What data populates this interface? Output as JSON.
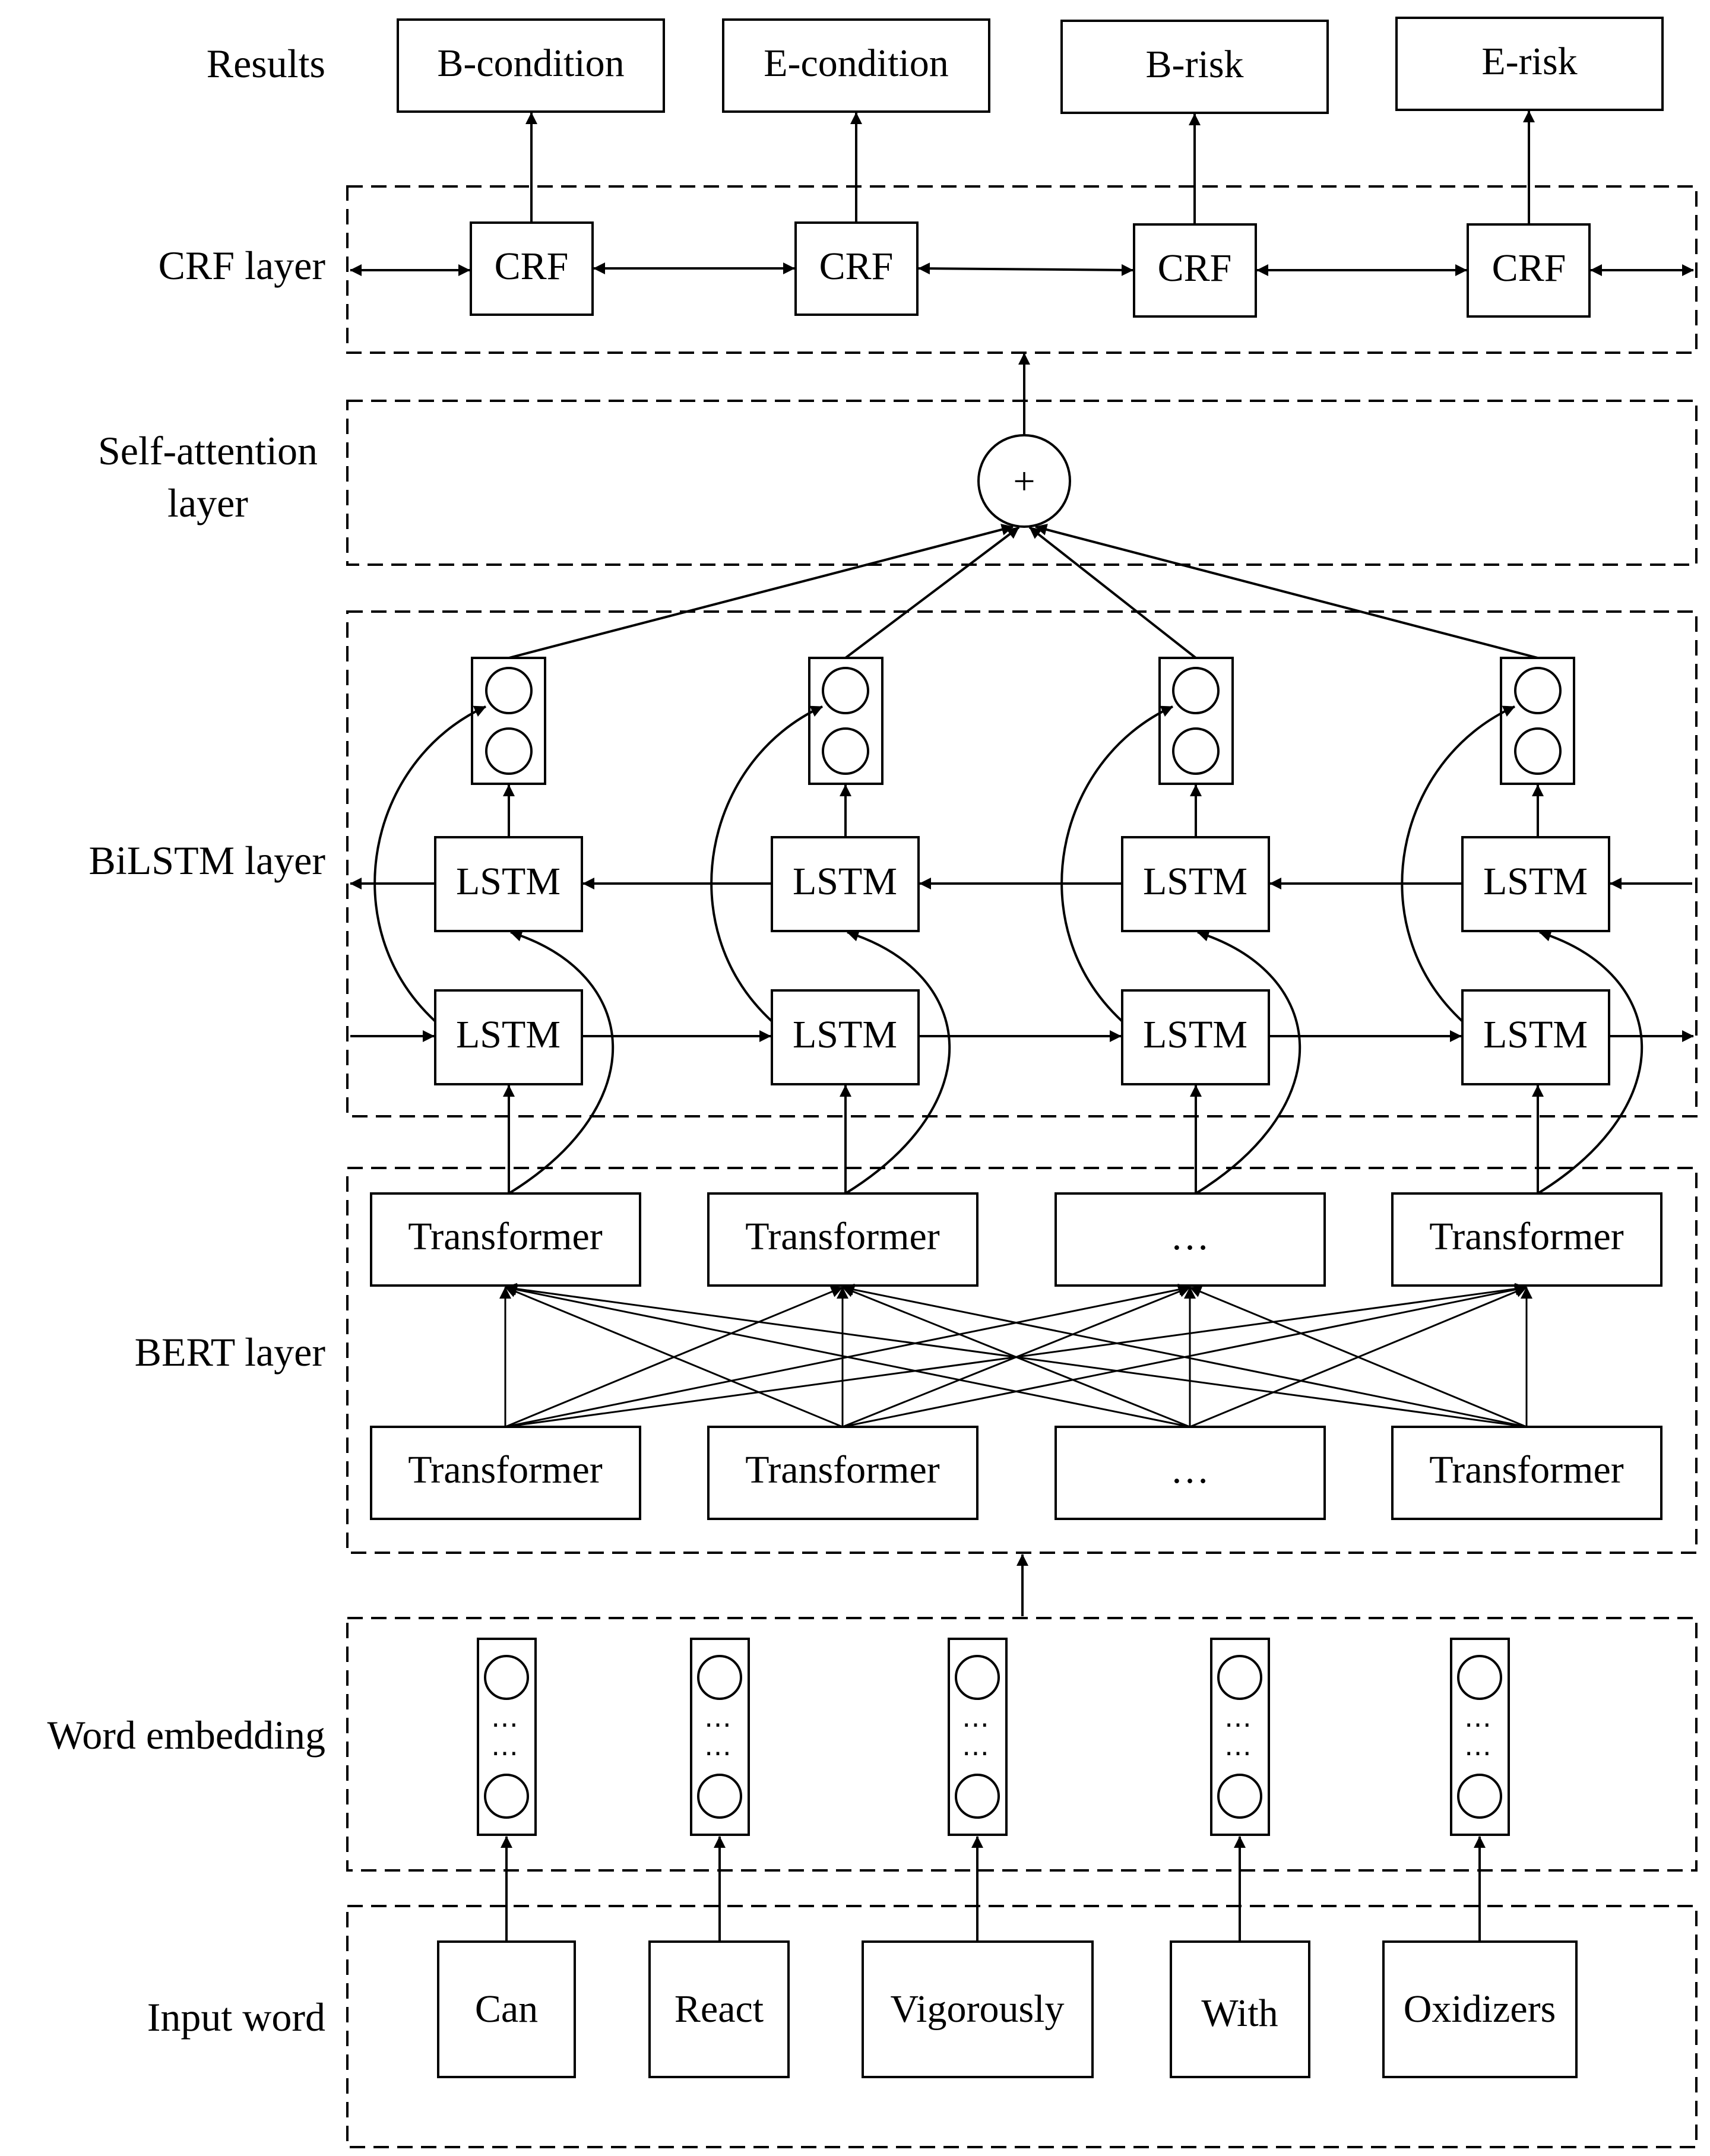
{
  "layers": {
    "results": "Results",
    "crf": "CRF layer",
    "self_attention_line1": "Self-attention",
    "self_attention_line2": "layer",
    "bilstm": "BiLSTM layer",
    "bert": "BERT layer",
    "word_embedding": "Word embedding",
    "input_word": "Input word"
  },
  "results": [
    "B-condition",
    "E-condition",
    "B-risk",
    "E-risk"
  ],
  "crf_label": "CRF",
  "plus_symbol": "+",
  "lstm_label": "LSTM",
  "transformer_top": [
    "Transformer",
    "Transformer",
    "…",
    "Transformer"
  ],
  "transformer_bottom": [
    "Transformer",
    "Transformer",
    "…",
    "Transformer"
  ],
  "embedding_dots": "⋯",
  "input_words": [
    "Can",
    "React",
    "Vigorously",
    "With",
    "Oxidizers"
  ]
}
